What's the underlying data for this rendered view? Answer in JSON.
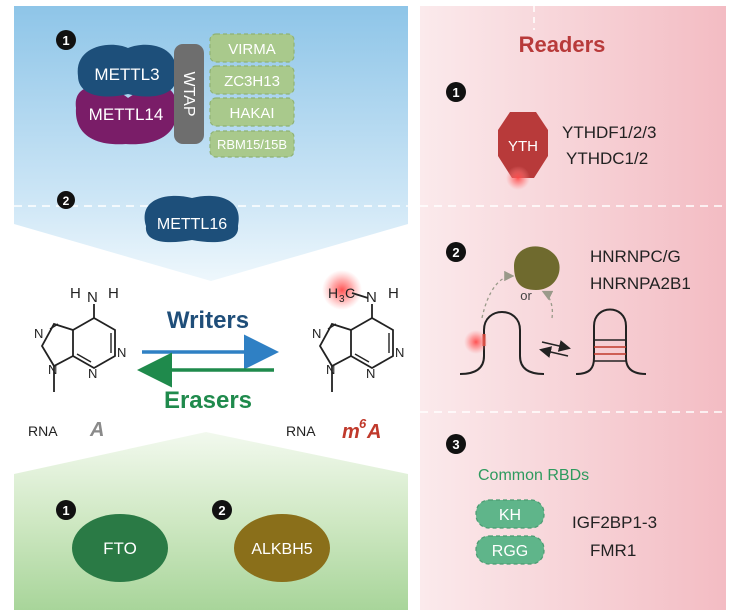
{
  "writers": {
    "step1": "1",
    "complex_top": "METTL3",
    "complex_bottom": "METTL14",
    "wtap": "WTAP",
    "adaptors": [
      "VIRMA",
      "ZC3H13",
      "HAKAI",
      "RBM15/15B"
    ],
    "step2": "2",
    "mettl16": "METTL16"
  },
  "reaction": {
    "writers_label": "Writers",
    "erasers_label": "Erasers",
    "left_base": "A",
    "right_base_m": "m",
    "right_base_sup": "6",
    "right_base_a": "A",
    "rna": "RNA",
    "amino_h": "H",
    "amino_n": "N",
    "methyl_h": "H",
    "methyl_sub": "3",
    "methyl_c": "C",
    "ring_n": "N"
  },
  "erasers": {
    "step1": "1",
    "fto": "FTO",
    "step2": "2",
    "alkbh5": "ALKBH5"
  },
  "readers": {
    "title": "Readers",
    "step1": "1",
    "yth_domain": "YTH",
    "yth_line1": "YTHDF1/2/3",
    "yth_line2": "YTHDC1/2",
    "step2": "2",
    "hnrnp_line1": "HNRNPC/G",
    "hnrnp_line2": "HNRNPA2B1",
    "or_label": "or",
    "step3": "3",
    "common_rbds": "Common RBDs",
    "kh": "KH",
    "rgg": "RGG",
    "igf_line1": "IGF2BP1-3",
    "igf_line2": "FMR1"
  },
  "colors": {
    "navy": "#1d4f7a",
    "purple": "#7a1d68",
    "wtap_gray": "#6e6e6e",
    "adaptor_green": "#a9c98c",
    "writer_blue": "#1f4e79",
    "eraser_green": "#1f8a4c",
    "m6a_red": "#c0392b",
    "fto_green": "#2a7a45",
    "alkbh5_olive": "#8a6f1a",
    "reader_red": "#b83a3a",
    "rbd_green": "#5fb58a"
  }
}
